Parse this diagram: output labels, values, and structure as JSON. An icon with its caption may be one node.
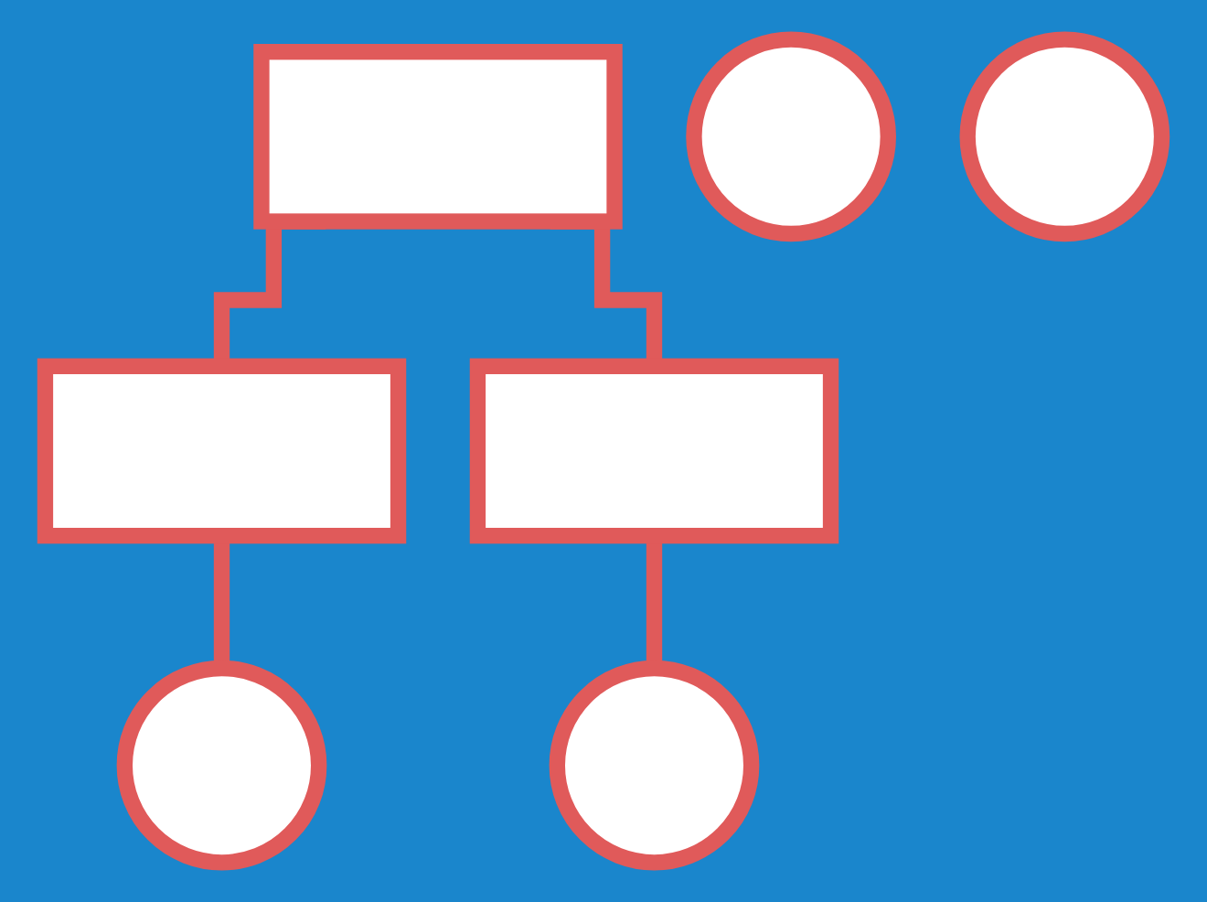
{
  "diagram": {
    "nodes": [
      {
        "text": [],
        "shape": "box"
      },
      {
        "text": [],
        "shape": "box"
      },
      {
        "text": [],
        "shape": "box"
      },
      {
        "text": [],
        "shape": "circle"
      },
      {
        "text": [],
        "shape": "circle"
      },
      {
        "text": [],
        "shape": "circle"
      },
      {
        "text": [],
        "shape": "circle"
      }
    ],
    "edges": [
      {
        "from": 0,
        "to": 1,
        "arrow": "none"
      },
      {
        "from": 0,
        "to": 2,
        "arrow": "none"
      },
      {
        "from": 1,
        "to": 4,
        "arrow": "none"
      },
      {
        "from": 2,
        "to": 5,
        "arrow": "none"
      }
    ]
  }
}
